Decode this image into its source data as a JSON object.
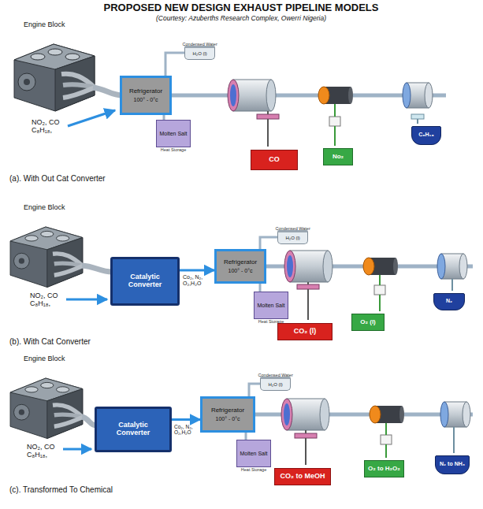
{
  "diagram": {
    "title": "PROPOSED NEW DESIGN EXHAUST PIPELINE MODELS",
    "nodes": [
      {
        "text": [
          "Refrigerator",
          "100° - 0°c"
        ]
      },
      {
        "text": [
          "Condensed Water",
          "H₂O (l)"
        ]
      },
      {
        "text": [
          "Molten Salt",
          "Heat Storage"
        ]
      },
      {
        "text": [
          "CO"
        ]
      },
      {
        "text": [
          "No₂"
        ]
      },
      {
        "text": [
          "C₈H₁₈"
        ]
      },
      {
        "text": [
          "Catalytic Converter"
        ]
      },
      {
        "text": [
          "Refrigerator",
          "100° - 0°c"
        ]
      },
      {
        "text": [
          "Condensed Water",
          "H₂O (l)"
        ]
      },
      {
        "text": [
          "Molten Salt",
          "Heat Storage"
        ]
      },
      {
        "text": [
          "CO₂ (l)"
        ]
      },
      {
        "text": [
          "O₂ (l)"
        ]
      },
      {
        "text": [
          "N₂"
        ]
      },
      {
        "text": [
          "Catalytic Converter"
        ]
      },
      {
        "text": [
          "Refrigerator",
          "100° - 0°c"
        ]
      },
      {
        "text": [
          "Condensed Water",
          "H₂O (l)"
        ]
      },
      {
        "text": [
          "Molten Salt",
          "Heat Storage"
        ]
      },
      {
        "text": [
          "CO₂ to MeOH"
        ]
      },
      {
        "text": [
          "O₂ to H₂O₂"
        ]
      },
      {
        "text": [
          "N₂ to NH₃"
        ]
      }
    ],
    "edges": [
      {
        "from": 0,
        "to": 1,
        "arrow": "none"
      },
      {
        "from": 0,
        "to": 2,
        "arrow": "none"
      },
      {
        "from": 6,
        "to": 7,
        "arrow": "to"
      },
      {
        "from": 7,
        "to": 8,
        "arrow": "none"
      },
      {
        "from": 7,
        "to": 9,
        "arrow": "none"
      },
      {
        "from": 13,
        "to": 14,
        "arrow": "to"
      },
      {
        "from": 14,
        "to": 15,
        "arrow": "none"
      },
      {
        "from": 14,
        "to": 16,
        "arrow": "none"
      }
    ],
    "labels": [
      "(Courtesy: Azuberths Research Complex, Owerri Nigeria)",
      "Engine Block",
      "NO₂, CO C₈H₁₈,",
      "(a). With Out Cat Converter",
      "Engine Block",
      "NO₂, CO C₈H₁₈,",
      "Co₂, N₂, O₂,H₂O",
      "(b). With Cat Converter",
      "Engine Block",
      "NO₂, CO C₈H₁₈,",
      "Co₂, N₂, O₂,H₂O",
      "(c). Transformed To Chemical"
    ]
  }
}
